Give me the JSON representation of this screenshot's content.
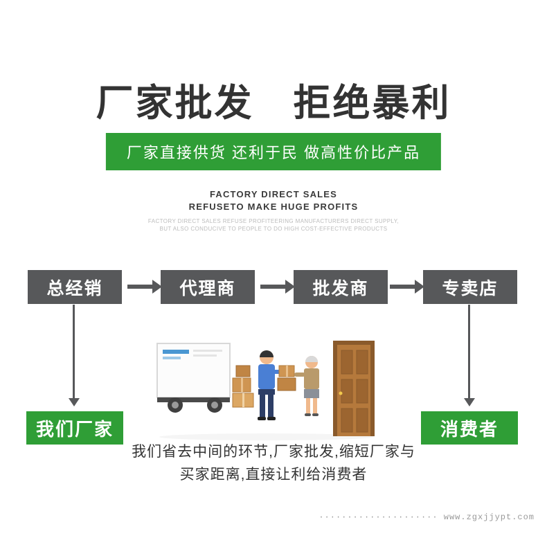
{
  "header": {
    "title": "厂家批发　拒绝暴利",
    "banner": "厂家直接供货 还利于民 做高性价比产品"
  },
  "subtitle": {
    "en_line1": "FACTORY DIRECT SALES",
    "en_line2": "REFUSETO MAKE HUGE PROFITS",
    "desc_line1": "FACTORY DIRECT SALES REFUSE PROFITEERING MANUFACTURERS DIRECT SUPPLY,",
    "desc_line2": "BUT ALSO CONDUCIVE TO PEOPLE TO DO HIGH COST-EFFECTIVE PRODUCTS"
  },
  "flow": {
    "steps": [
      "总经销",
      "代理商",
      "批发商",
      "专卖店"
    ],
    "factory": "我们厂家",
    "consumer": "消费者"
  },
  "caption": {
    "line1": "我们省去中间的环节,厂家批发,缩短厂家与",
    "line2": "买家距离,直接让利给消费者"
  },
  "footer": {
    "dots": "·····················",
    "site": "www.zgxjjypt.com"
  },
  "colors": {
    "green": "#2f9e36",
    "dark_box": "#57585a"
  }
}
